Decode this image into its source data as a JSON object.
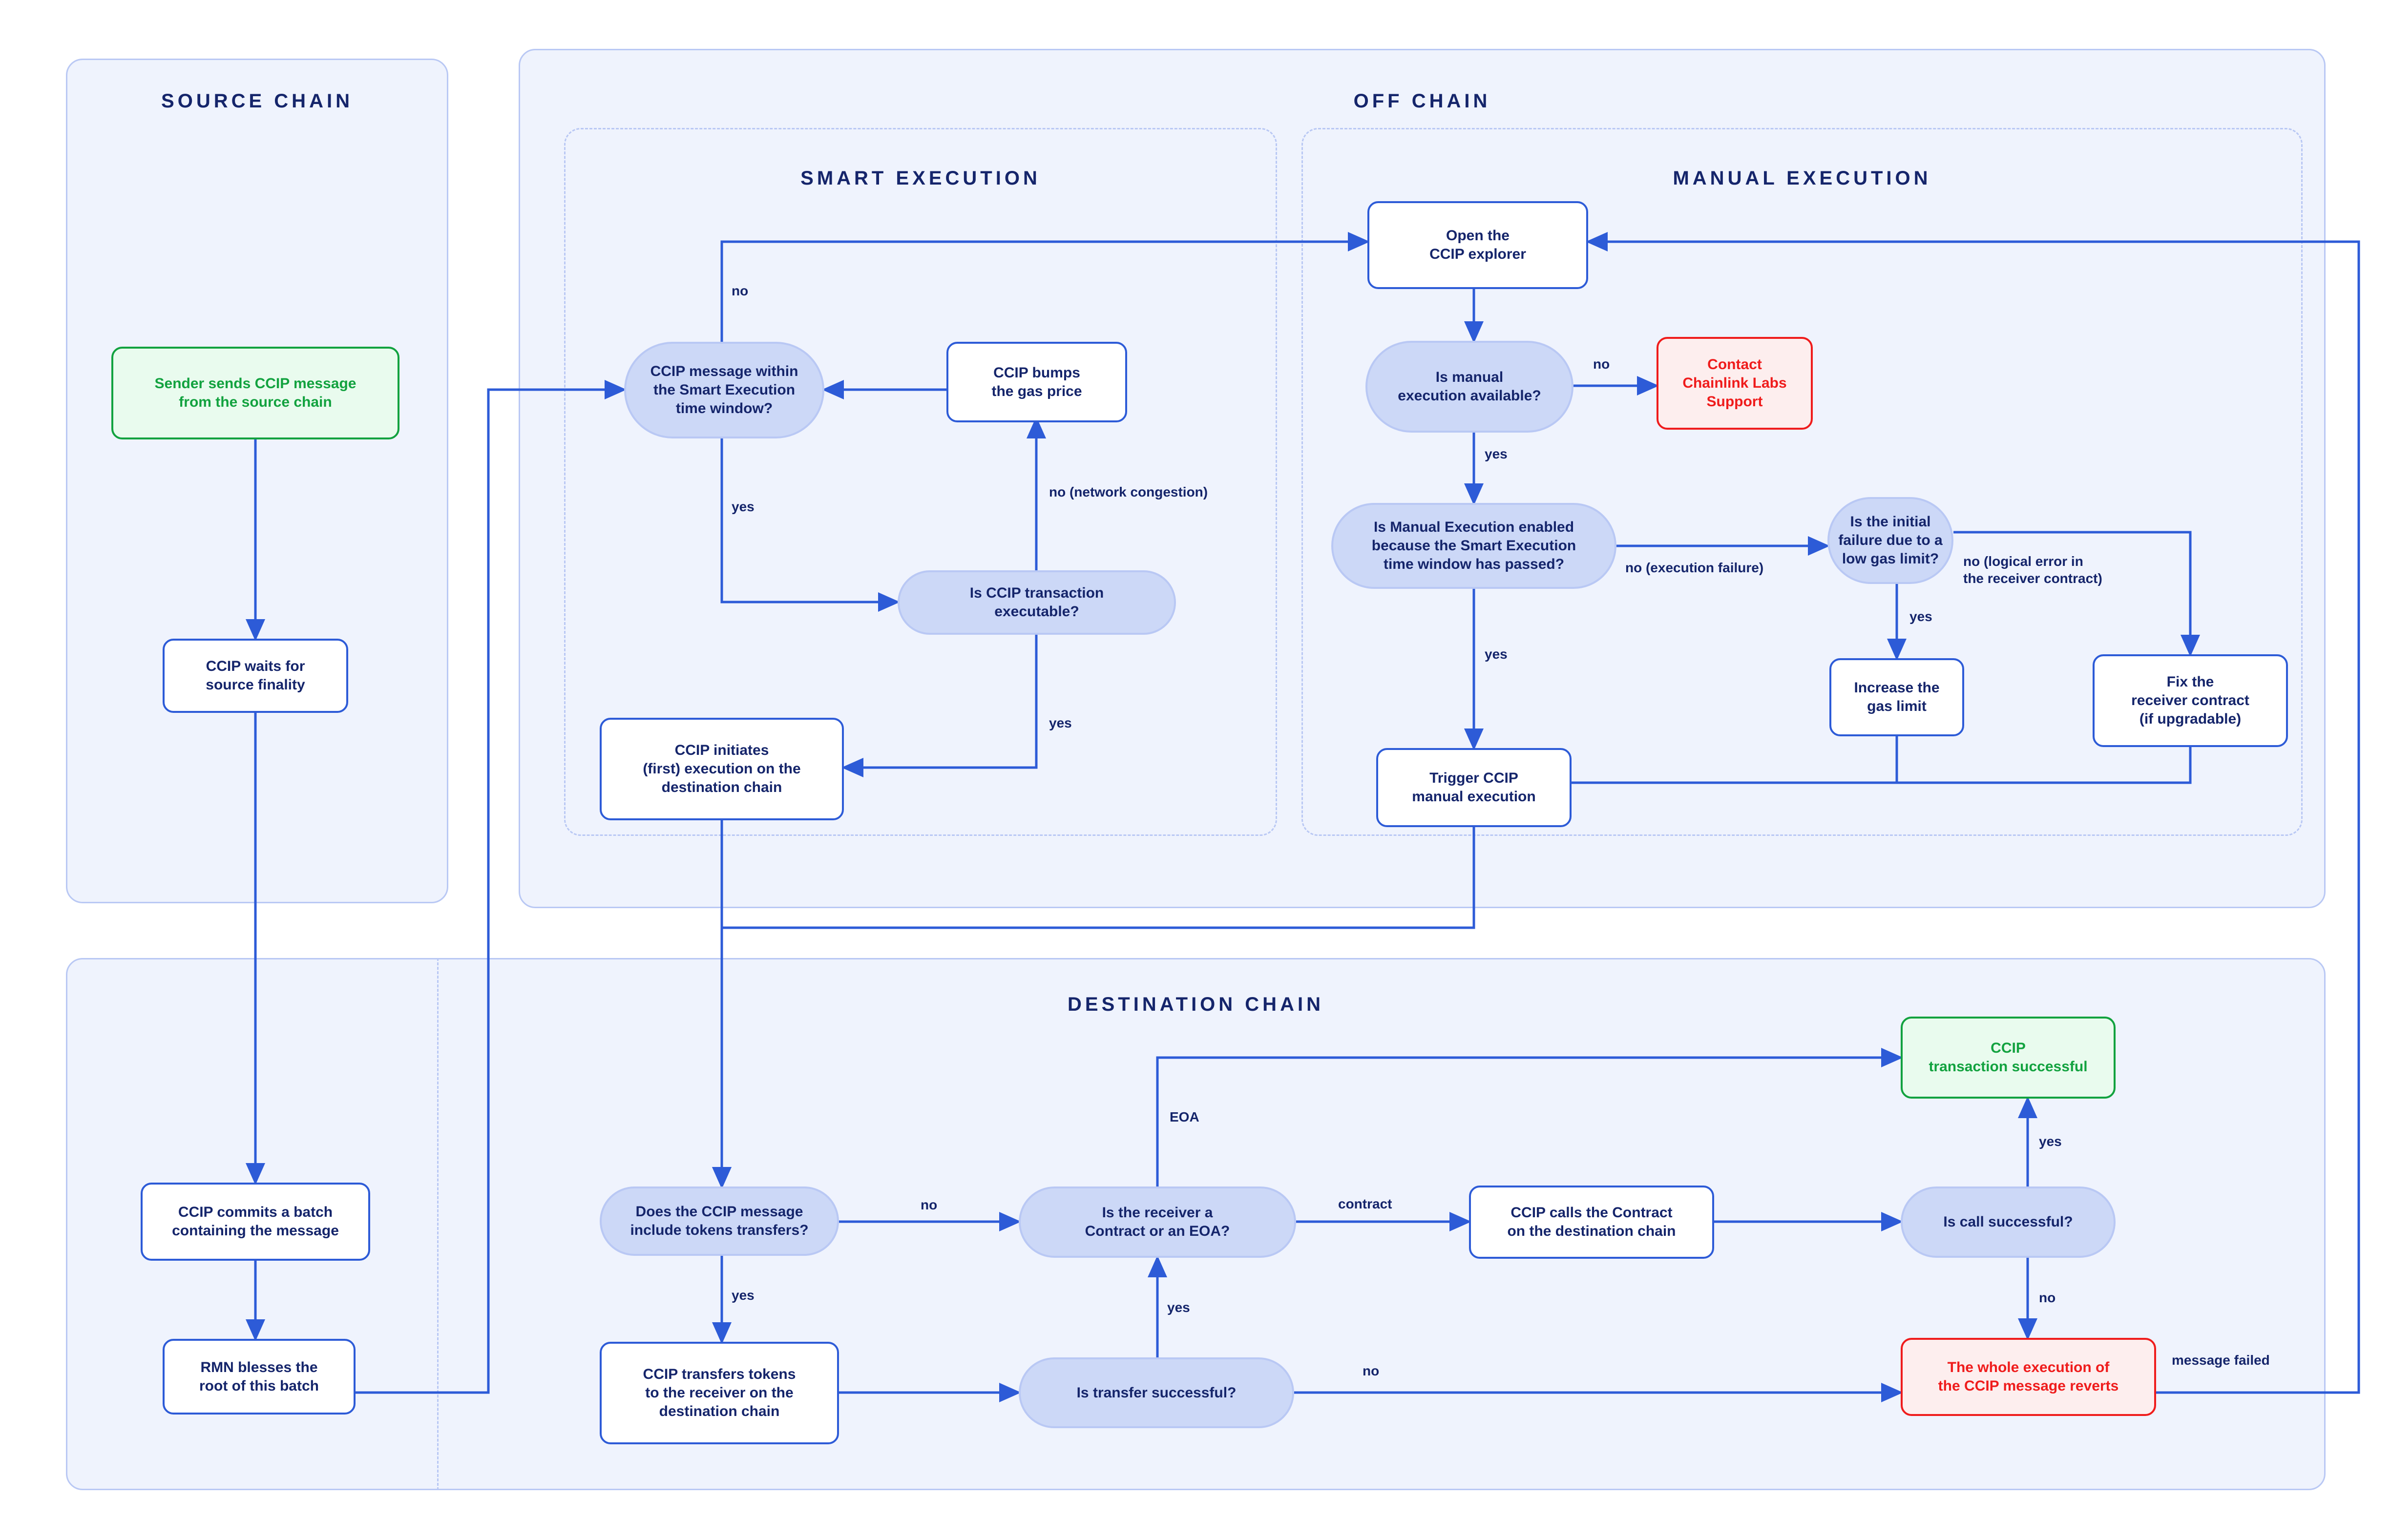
{
  "diagram": {
    "title_source": "SOURCE CHAIN",
    "title_offchain": "OFF CHAIN",
    "title_destination": "DESTINATION CHAIN",
    "title_smart": "SMART EXECUTION",
    "title_manual": "MANUAL EXECUTION"
  },
  "colors": {
    "lane_fill": "#eff3fd",
    "lane_border": "#b9c8f4",
    "process_border": "#2d5bd7",
    "decision_fill": "#ccd8f7",
    "text_dark": "#15256b",
    "success": "#12a23f",
    "success_fill": "#e9fbee",
    "error": "#ef1c1c",
    "error_fill": "#fdeeee",
    "edge": "#2d5bd7"
  },
  "nodes": {
    "sender_sends": "Sender sends CCIP message\nfrom the source chain",
    "waits_finality": "CCIP waits for\nsource finality",
    "commits_batch": "CCIP commits a batch\ncontaining the message",
    "rmn_blesses": "RMN blesses the\nroot of this batch",
    "within_window": "CCIP message within\nthe Smart Execution\ntime window?",
    "bumps_gas": "CCIP bumps\nthe gas price",
    "tx_executable": "Is CCIP transaction\nexecutable?",
    "initiates_exec": "CCIP initiates\n(first) execution on the\ndestination chain",
    "open_explorer": "Open the\nCCIP explorer",
    "manual_available": "Is manual\nexecution available?",
    "contact_support": "Contact\nChainlink Labs\nSupport",
    "manual_enabled": "Is Manual Execution enabled\nbecause the Smart Execution\ntime window has passed?",
    "initial_failure": "Is the initial\nfailure due to a\nlow gas limit?",
    "increase_gas": "Increase the\ngas limit",
    "fix_receiver": "Fix the\nreceiver contract\n(if upgradable)",
    "trigger_manual": "Trigger CCIP\nmanual execution",
    "includes_tokens": "Does the CCIP message\ninclude tokens transfers?",
    "transfers_tokens": "CCIP transfers tokens\nto the receiver on the\ndestination chain",
    "transfer_successful": "Is transfer successful?",
    "receiver_kind": "Is the receiver a\nContract or an EOA?",
    "calls_contract": "CCIP calls the Contract\non the destination chain",
    "call_successful": "Is call successful?",
    "tx_successful": "CCIP\ntransaction successful",
    "whole_reverts": "The whole execution of\nthe CCIP message reverts"
  },
  "edge_labels": {
    "no_window": "no",
    "yes_window": "yes",
    "no_network_congestion": "no (network congestion)",
    "yes_executable": "yes",
    "no_manual_available": "no",
    "yes_manual_available": "yes",
    "no_execution_failure": "no (execution failure)",
    "yes_manual_enabled": "yes",
    "yes_low_gas": "yes",
    "no_logical_error": "no (logical error in\nthe receiver contract)",
    "no_tokens": "no",
    "yes_tokens": "yes",
    "yes_transfer": "yes",
    "no_transfer": "no",
    "eoa": "EOA",
    "contract": "contract",
    "yes_call": "yes",
    "no_call": "no",
    "message_failed": "message failed"
  }
}
